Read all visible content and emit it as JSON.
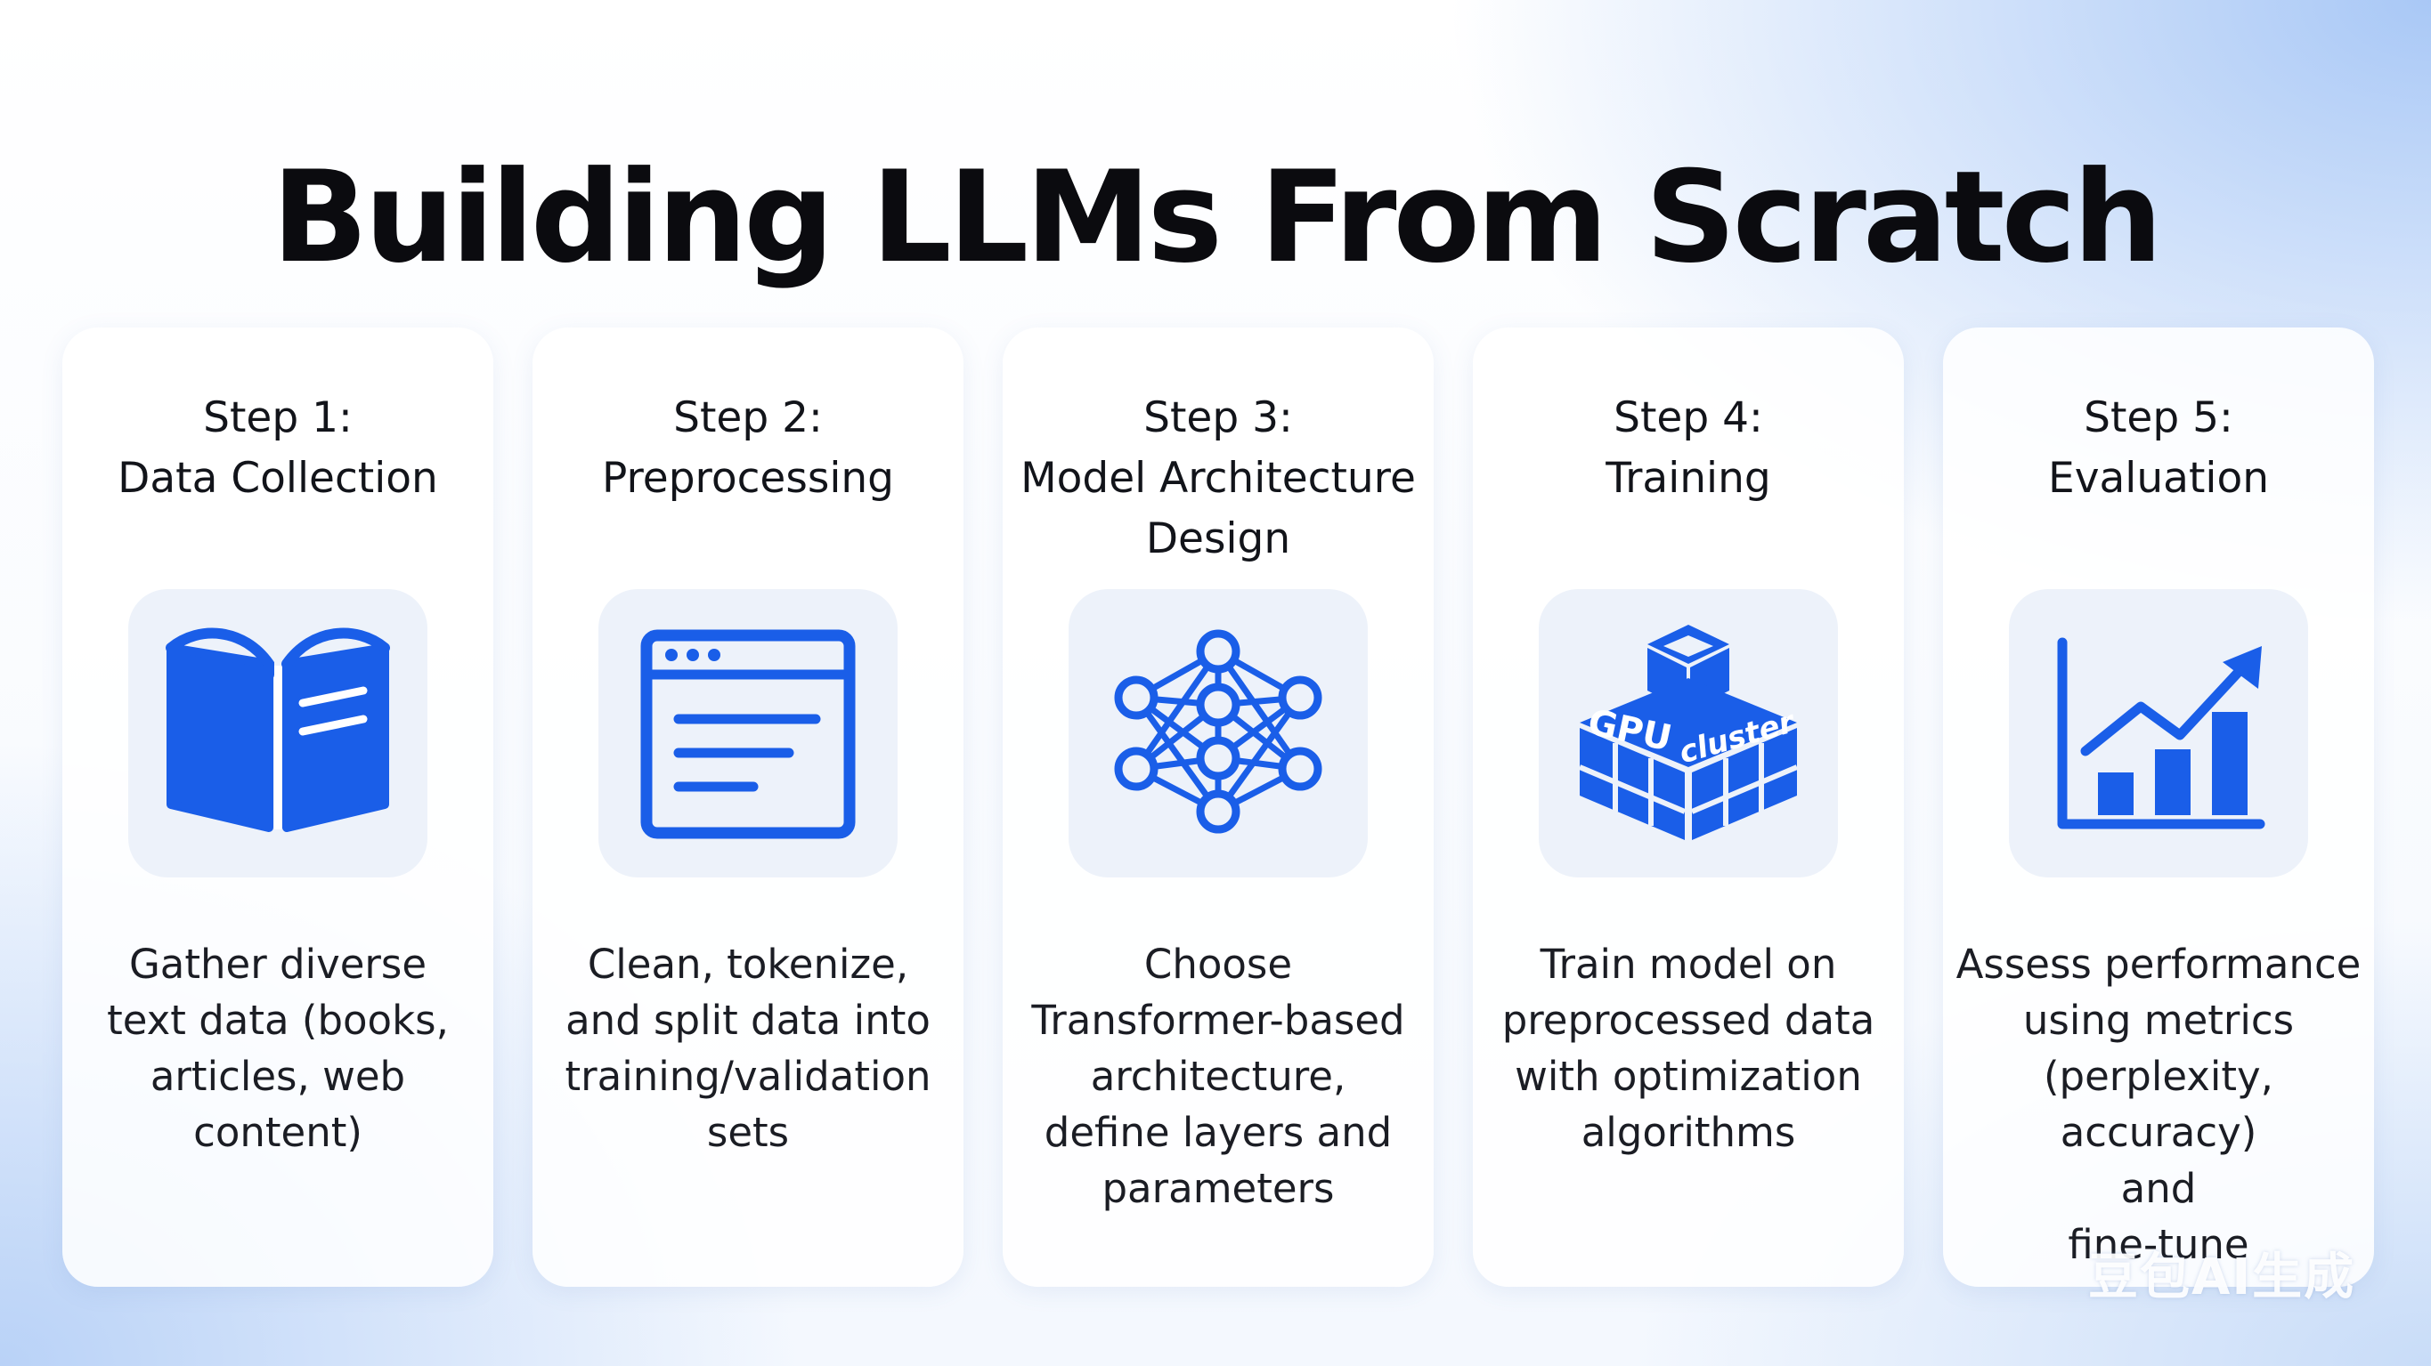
{
  "title": "Building LLMs From Scratch",
  "accent_color": "#1a5ee8",
  "steps": [
    {
      "step_label": "Step 1:",
      "name_lines": [
        "Data Collection"
      ],
      "icon": "open-book-icon",
      "description_lines": [
        "Gather diverse",
        "text data (books,",
        "articles, web",
        "content)"
      ]
    },
    {
      "step_label": "Step 2:",
      "name_lines": [
        "Preprocessing"
      ],
      "icon": "browser-window-icon",
      "description_lines": [
        "Clean, tokenize,",
        "and split data into",
        "training/validation",
        "sets"
      ]
    },
    {
      "step_label": "Step 3:",
      "name_lines": [
        "Model Architecture",
        "Design"
      ],
      "icon": "neural-network-icon",
      "description_lines": [
        "Choose",
        "Transformer-based",
        "architecture,",
        "define layers and",
        "parameters"
      ]
    },
    {
      "step_label": "Step 4:",
      "name_lines": [
        "Training"
      ],
      "icon": "gpu-cluster-icon",
      "icon_text": [
        "GPU",
        "cluster"
      ],
      "description_lines": [
        "Train model on",
        "preprocessed data",
        "with optimization",
        "algorithms"
      ]
    },
    {
      "step_label": "Step 5:",
      "name_lines": [
        "Evaluation"
      ],
      "icon": "growth-chart-icon",
      "description_lines": [
        "Assess performance",
        "using metrics",
        "(perplexity, accuracy)",
        "and",
        "fine-tune"
      ]
    }
  ],
  "watermark": "豆包AI生成"
}
